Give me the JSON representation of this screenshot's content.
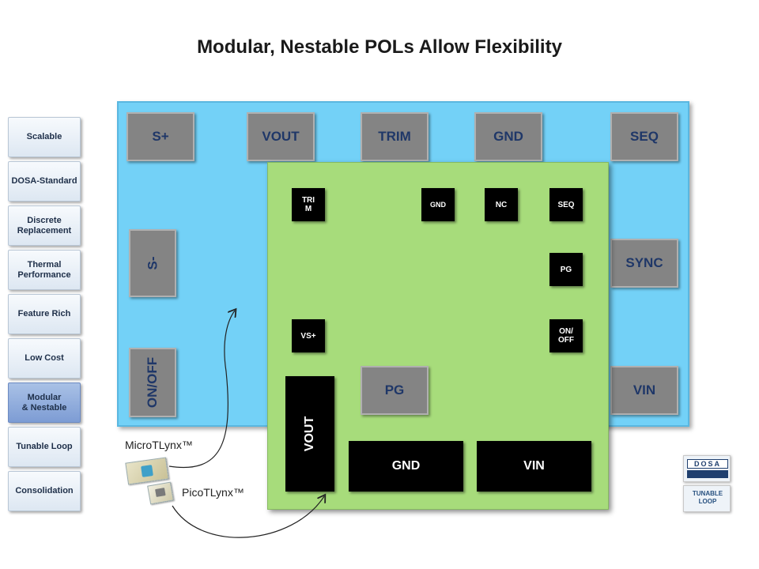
{
  "title": "Modular, Nestable POLs Allow Flexibility",
  "nav": [
    {
      "label": "Scalable",
      "active": false
    },
    {
      "label": "DOSA-Standard",
      "active": false
    },
    {
      "label": "Discrete\nReplacement",
      "active": false
    },
    {
      "label": "Thermal\nPerformance",
      "active": false
    },
    {
      "label": "Feature Rich",
      "active": false
    },
    {
      "label": "Low Cost",
      "active": false
    },
    {
      "label": "Modular\n& Nestable",
      "active": true
    },
    {
      "label": "Tunable Loop",
      "active": false
    },
    {
      "label": "Consolidation",
      "active": false
    }
  ],
  "micro_pads": {
    "s_plus": "S+",
    "vout": "VOUT",
    "trim": "TRIM",
    "gnd": "GND",
    "seq": "SEQ",
    "s_minus": "S-",
    "sync": "SYNC",
    "on_off": "ON/OFF",
    "pg": "PG",
    "vin": "VIN"
  },
  "pico_pads": {
    "trim": "TRI\nM",
    "gnd": "GND",
    "nc": "NC",
    "seq": "SEQ",
    "pg": "PG",
    "vs_plus": "VS+",
    "on_off": "ON/\nOFF",
    "vout": "VOUT",
    "gnd_large": "GND",
    "vin_large": "VIN"
  },
  "labels": {
    "micro": "MicroTLynx™",
    "pico": "PicoTLynx™"
  },
  "logos": {
    "dosa": "DOSA",
    "tunable_loop": "TUNABLE LOOP"
  },
  "colors": {
    "micro_board": "#73d1f7",
    "pico_board": "#a7dc7b",
    "grey_pad": "#848484",
    "black_pad": "#000000",
    "pad_text": "#1f3768"
  }
}
